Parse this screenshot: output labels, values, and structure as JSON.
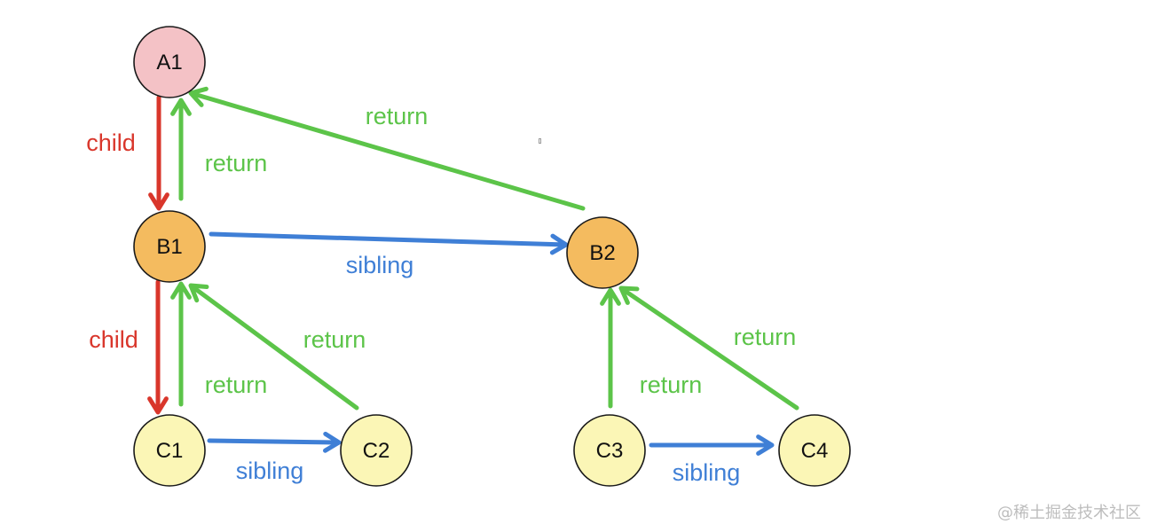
{
  "colors": {
    "child": "#d9362b",
    "return": "#5cc449",
    "sibling": "#3f7fd6",
    "node_a": "#f4c2c6",
    "node_b": "#f4bb5f",
    "node_c": "#fbf6b6",
    "node_stroke": "#1a1a1a"
  },
  "nodes": [
    {
      "id": "A1",
      "label": "A1",
      "color": "node_a"
    },
    {
      "id": "B1",
      "label": "B1",
      "color": "node_b"
    },
    {
      "id": "B2",
      "label": "B2",
      "color": "node_b"
    },
    {
      "id": "C1",
      "label": "C1",
      "color": "node_c"
    },
    {
      "id": "C2",
      "label": "C2",
      "color": "node_c"
    },
    {
      "id": "C3",
      "label": "C3",
      "color": "node_c"
    },
    {
      "id": "C4",
      "label": "C4",
      "color": "node_c"
    }
  ],
  "edges": [
    {
      "id": "a1-b1-child",
      "from": "A1",
      "to": "B1",
      "type": "child",
      "label": "child"
    },
    {
      "id": "b1-a1-return",
      "from": "B1",
      "to": "A1",
      "type": "return",
      "label": "return"
    },
    {
      "id": "b2-a1-return",
      "from": "B2",
      "to": "A1",
      "type": "return",
      "label": "return"
    },
    {
      "id": "b1-b2-sibling",
      "from": "B1",
      "to": "B2",
      "type": "sibling",
      "label": "sibling"
    },
    {
      "id": "b1-c1-child",
      "from": "B1",
      "to": "C1",
      "type": "child",
      "label": "child"
    },
    {
      "id": "c1-b1-return",
      "from": "C1",
      "to": "B1",
      "type": "return",
      "label": "return"
    },
    {
      "id": "c2-b1-return",
      "from": "C2",
      "to": "B1",
      "type": "return",
      "label": "return"
    },
    {
      "id": "c1-c2-sibling",
      "from": "C1",
      "to": "C2",
      "type": "sibling",
      "label": "sibling"
    },
    {
      "id": "c3-b2-return",
      "from": "C3",
      "to": "B2",
      "type": "return",
      "label": "return"
    },
    {
      "id": "c4-b2-return",
      "from": "C4",
      "to": "B2",
      "type": "return",
      "label": "return"
    },
    {
      "id": "c3-c4-sibling",
      "from": "C3",
      "to": "C4",
      "type": "sibling",
      "label": "sibling"
    }
  ],
  "watermark": "@稀土掘金技术社区"
}
